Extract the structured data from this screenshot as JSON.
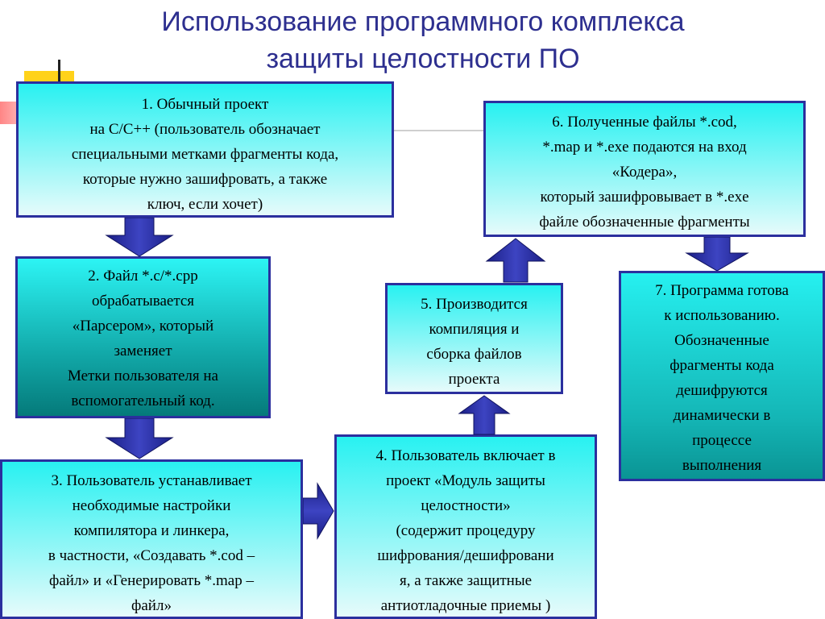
{
  "title": {
    "line1": "Использование программного комплекса",
    "line2": "защиты целостности ПО"
  },
  "colors": {
    "title": "#2d2f8f",
    "box_border": "#2b2f9e",
    "arrow": "#2b2f9e",
    "box_gradient_top": "#2cf4f4",
    "box_gradient_light_bottom": "#e6fbfb",
    "box_gradient_dark_bottom": "#057a7a"
  },
  "steps": {
    "s1": [
      "1. Обычный проект",
      "на C/C++ (пользователь обозначает",
      "специальными метками фрагменты кода,",
      "которые нужно зашифровать, а также",
      "ключ, если хочет)"
    ],
    "s2": [
      "2. Файл *.c/*.cpp",
      "обрабатывается",
      "«Парсером», который",
      "заменяет",
      "Метки пользователя на",
      "вспомогательный код."
    ],
    "s3": [
      "3. Пользователь устанавливает",
      "необходимые настройки",
      "компилятора и линкера,",
      "в частности, «Создавать *.cod –",
      "файл» и «Генерировать *.map –",
      "файл»"
    ],
    "s4": [
      "4. Пользователь включает в",
      "проект «Модуль защиты",
      "целостности»",
      "(содержит процедуру",
      "шифрования/дешифровани",
      "я, а также защитные",
      "антиотладочные приемы )"
    ],
    "s5": [
      "5. Производится",
      "компиляция и",
      "сборка файлов",
      "проекта"
    ],
    "s6": [
      "6. Полученные файлы *.cod,",
      "*.map и *.exe подаются на вход",
      "«Кодера»,",
      "который зашифровывает в *.exe",
      "файле обозначенные фрагменты"
    ],
    "s7": [
      "7. Программа готова",
      "к использованию.",
      "Обозначенные",
      "фрагменты кода",
      "дешифруются",
      "динамически в",
      "процессе",
      "выполнения"
    ]
  }
}
